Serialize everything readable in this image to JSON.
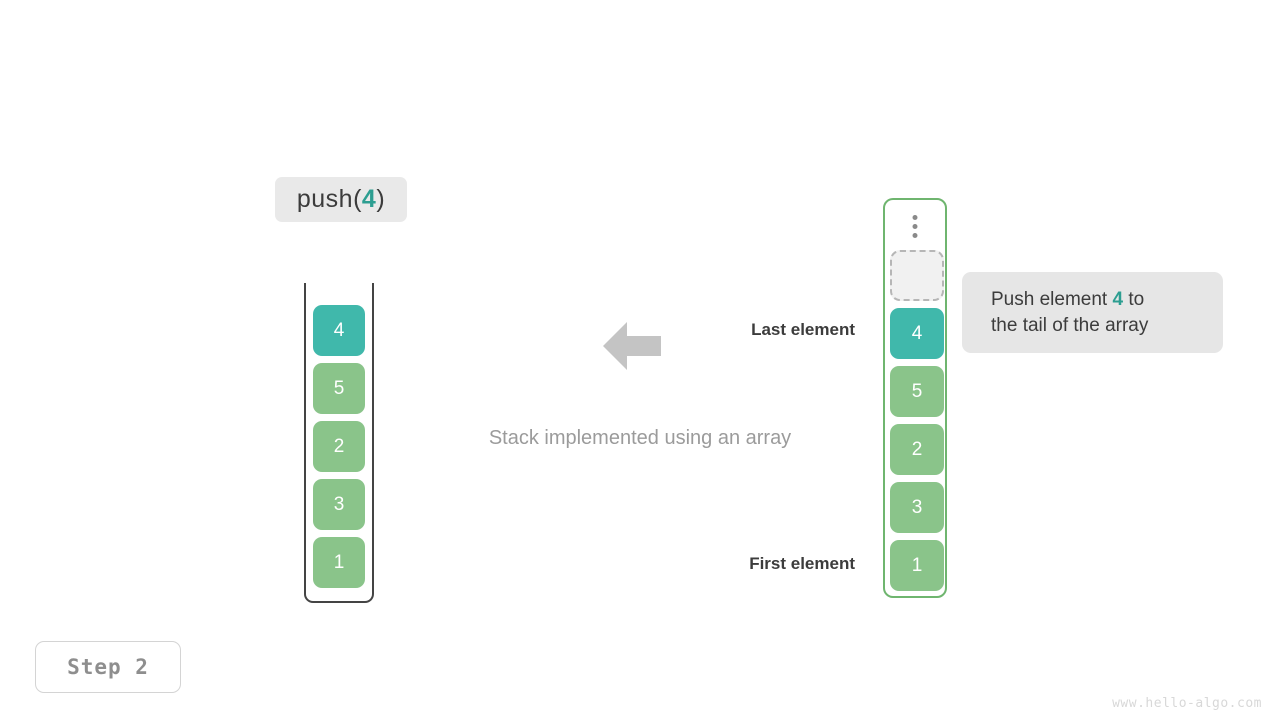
{
  "operation": {
    "prefix": "push(",
    "value": "4",
    "suffix": ")"
  },
  "left_stack": {
    "cells": [
      {
        "value": "4",
        "color": "teal"
      },
      {
        "value": "5",
        "color": "green"
      },
      {
        "value": "2",
        "color": "green"
      },
      {
        "value": "3",
        "color": "green"
      },
      {
        "value": "1",
        "color": "green"
      }
    ]
  },
  "right_array": {
    "ellipsis_icon": "vertical-ellipsis-icon",
    "empty_slot_label": "",
    "cells": [
      {
        "value": "4",
        "color": "teal"
      },
      {
        "value": "5",
        "color": "green"
      },
      {
        "value": "2",
        "color": "green"
      },
      {
        "value": "3",
        "color": "green"
      },
      {
        "value": "1",
        "color": "green"
      }
    ]
  },
  "annotations": {
    "arrow_icon": "arrow-left-icon",
    "last_element": "Last element",
    "first_element": "First element",
    "caption": "Stack implemented using an array"
  },
  "tooltip": {
    "line1_prefix": "Push element ",
    "line1_value": "4",
    "line1_suffix": " to",
    "line2": "the tail of the array"
  },
  "step_badge": "Step 2",
  "watermark": "www.hello-algo.com",
  "colors": {
    "teal": "#40b8ab",
    "green": "#8ac48a",
    "accent_text": "#2d9e91",
    "container_border_green": "#6fb56f",
    "container_border_dark": "#444444",
    "arrow_gray": "#c4c4c4",
    "chip_bg": "#e9e9e9",
    "tooltip_bg": "#e6e6e6"
  }
}
